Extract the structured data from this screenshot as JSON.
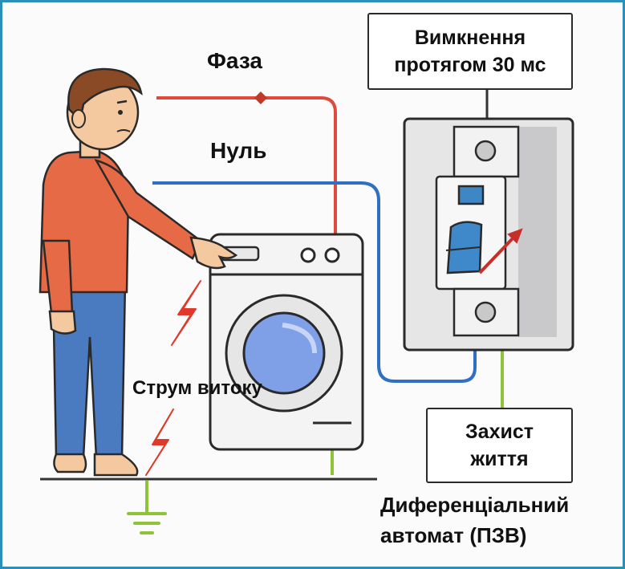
{
  "labels": {
    "phase": "Фаза",
    "neutral": "Нуль",
    "leakage_current": "Струм витоку",
    "shutdown_line1": "Вимкнення",
    "shutdown_line2": "протягом 30 мс",
    "protection_line1": "Захист",
    "protection_line2": "життя",
    "device_line1": "Диференціальний",
    "device_line2": "автомат (ПЗВ)"
  },
  "colors": {
    "phase_wire": "#e04a3c",
    "neutral_wire": "#2f6fc4",
    "ground_wire": "#8fc43a",
    "lightning": "#e0392b",
    "frame": "#2b8fb8"
  },
  "icons": {
    "person": "person-touching-washer",
    "washer": "washing-machine-icon",
    "breaker": "rcd-breaker-icon",
    "ground": "ground-symbol-icon",
    "lightning": "lightning-bolt-icon"
  }
}
